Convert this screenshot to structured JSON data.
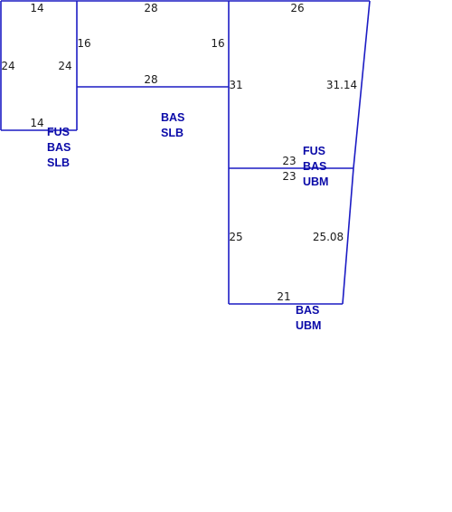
{
  "colors": {
    "outline": "#1c1cc4",
    "area_label": "#0a0aa8",
    "dimension_text": "#1a1a1a",
    "background": "#ffffff"
  },
  "areas": [
    {
      "id": "fus_bas_slb_left",
      "lines": [
        "FUS",
        "BAS",
        "SLB"
      ]
    },
    {
      "id": "bas_slb_center",
      "lines": [
        "BAS",
        "SLB"
      ]
    },
    {
      "id": "fus_bas_ubm_right",
      "lines": [
        "FUS",
        "BAS",
        "UBM"
      ]
    },
    {
      "id": "bas_ubm_bottom",
      "lines": [
        "BAS",
        "UBM"
      ]
    }
  ],
  "dimensions": [
    {
      "id": "left-top",
      "text": "14"
    },
    {
      "id": "left-left",
      "text": "24"
    },
    {
      "id": "left-right",
      "text": "24"
    },
    {
      "id": "left-bottom",
      "text": "14"
    },
    {
      "id": "center-top",
      "text": "28"
    },
    {
      "id": "center-left",
      "text": "16"
    },
    {
      "id": "center-right",
      "text": "16"
    },
    {
      "id": "center-bottom",
      "text": "28"
    },
    {
      "id": "right-top",
      "text": "26"
    },
    {
      "id": "right-left",
      "text": "31"
    },
    {
      "id": "right-slant",
      "text": "31.14"
    },
    {
      "id": "right-bottom",
      "text": "23"
    },
    {
      "id": "lower-top",
      "text": "23"
    },
    {
      "id": "lower-left",
      "text": "25"
    },
    {
      "id": "lower-slant",
      "text": "25.08"
    },
    {
      "id": "lower-bottom",
      "text": "21"
    }
  ]
}
